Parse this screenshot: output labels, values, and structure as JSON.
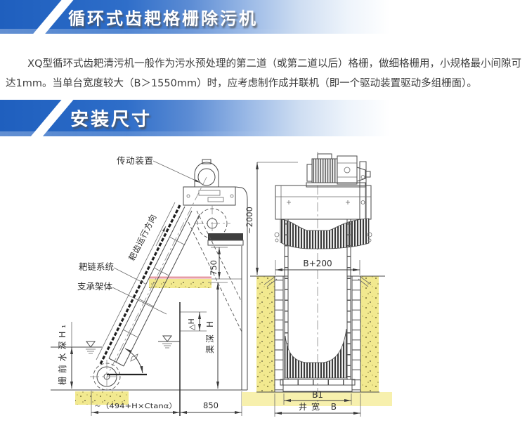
{
  "banner1": {
    "title": "循环式齿耙格栅除污机"
  },
  "banner2": {
    "title": "安装尺寸"
  },
  "intro": {
    "text": "XQ型循环式齿耙清污机一般作为污水预处理的第二道（或第二道以后）格栅，做细格栅用，小规格最小间隙可达1mm。当单台宽度较大（B＞1550mm）时，应考虑制作成并联机（即一个驱动装置驱动多组栅面）。"
  },
  "drawing": {
    "labels": {
      "drive_unit": "传动装置",
      "rake_chain_system": "耙链系统",
      "support_frame": "支承架体",
      "rake_travel_direction": "耙齿运行方向",
      "upstream_water_depth": "栅前水深H₁"
    },
    "dimensions": {
      "discharge_height": "750",
      "head_height": "~2000",
      "water_level_diff": "△H",
      "channel_depth": "渠深 H",
      "top_width": "B+200",
      "horizontal_projection": "~（494+H×Ctanα）",
      "foot_clearance": "850",
      "frame_width": "B1",
      "well_width": "井宽 B"
    },
    "colors": {
      "accent_blue": "#2a6cc6",
      "ground_yellow": "#f2e98f",
      "floor_pink": "#e79ca6",
      "line_gray": "#4a4a4a"
    }
  }
}
